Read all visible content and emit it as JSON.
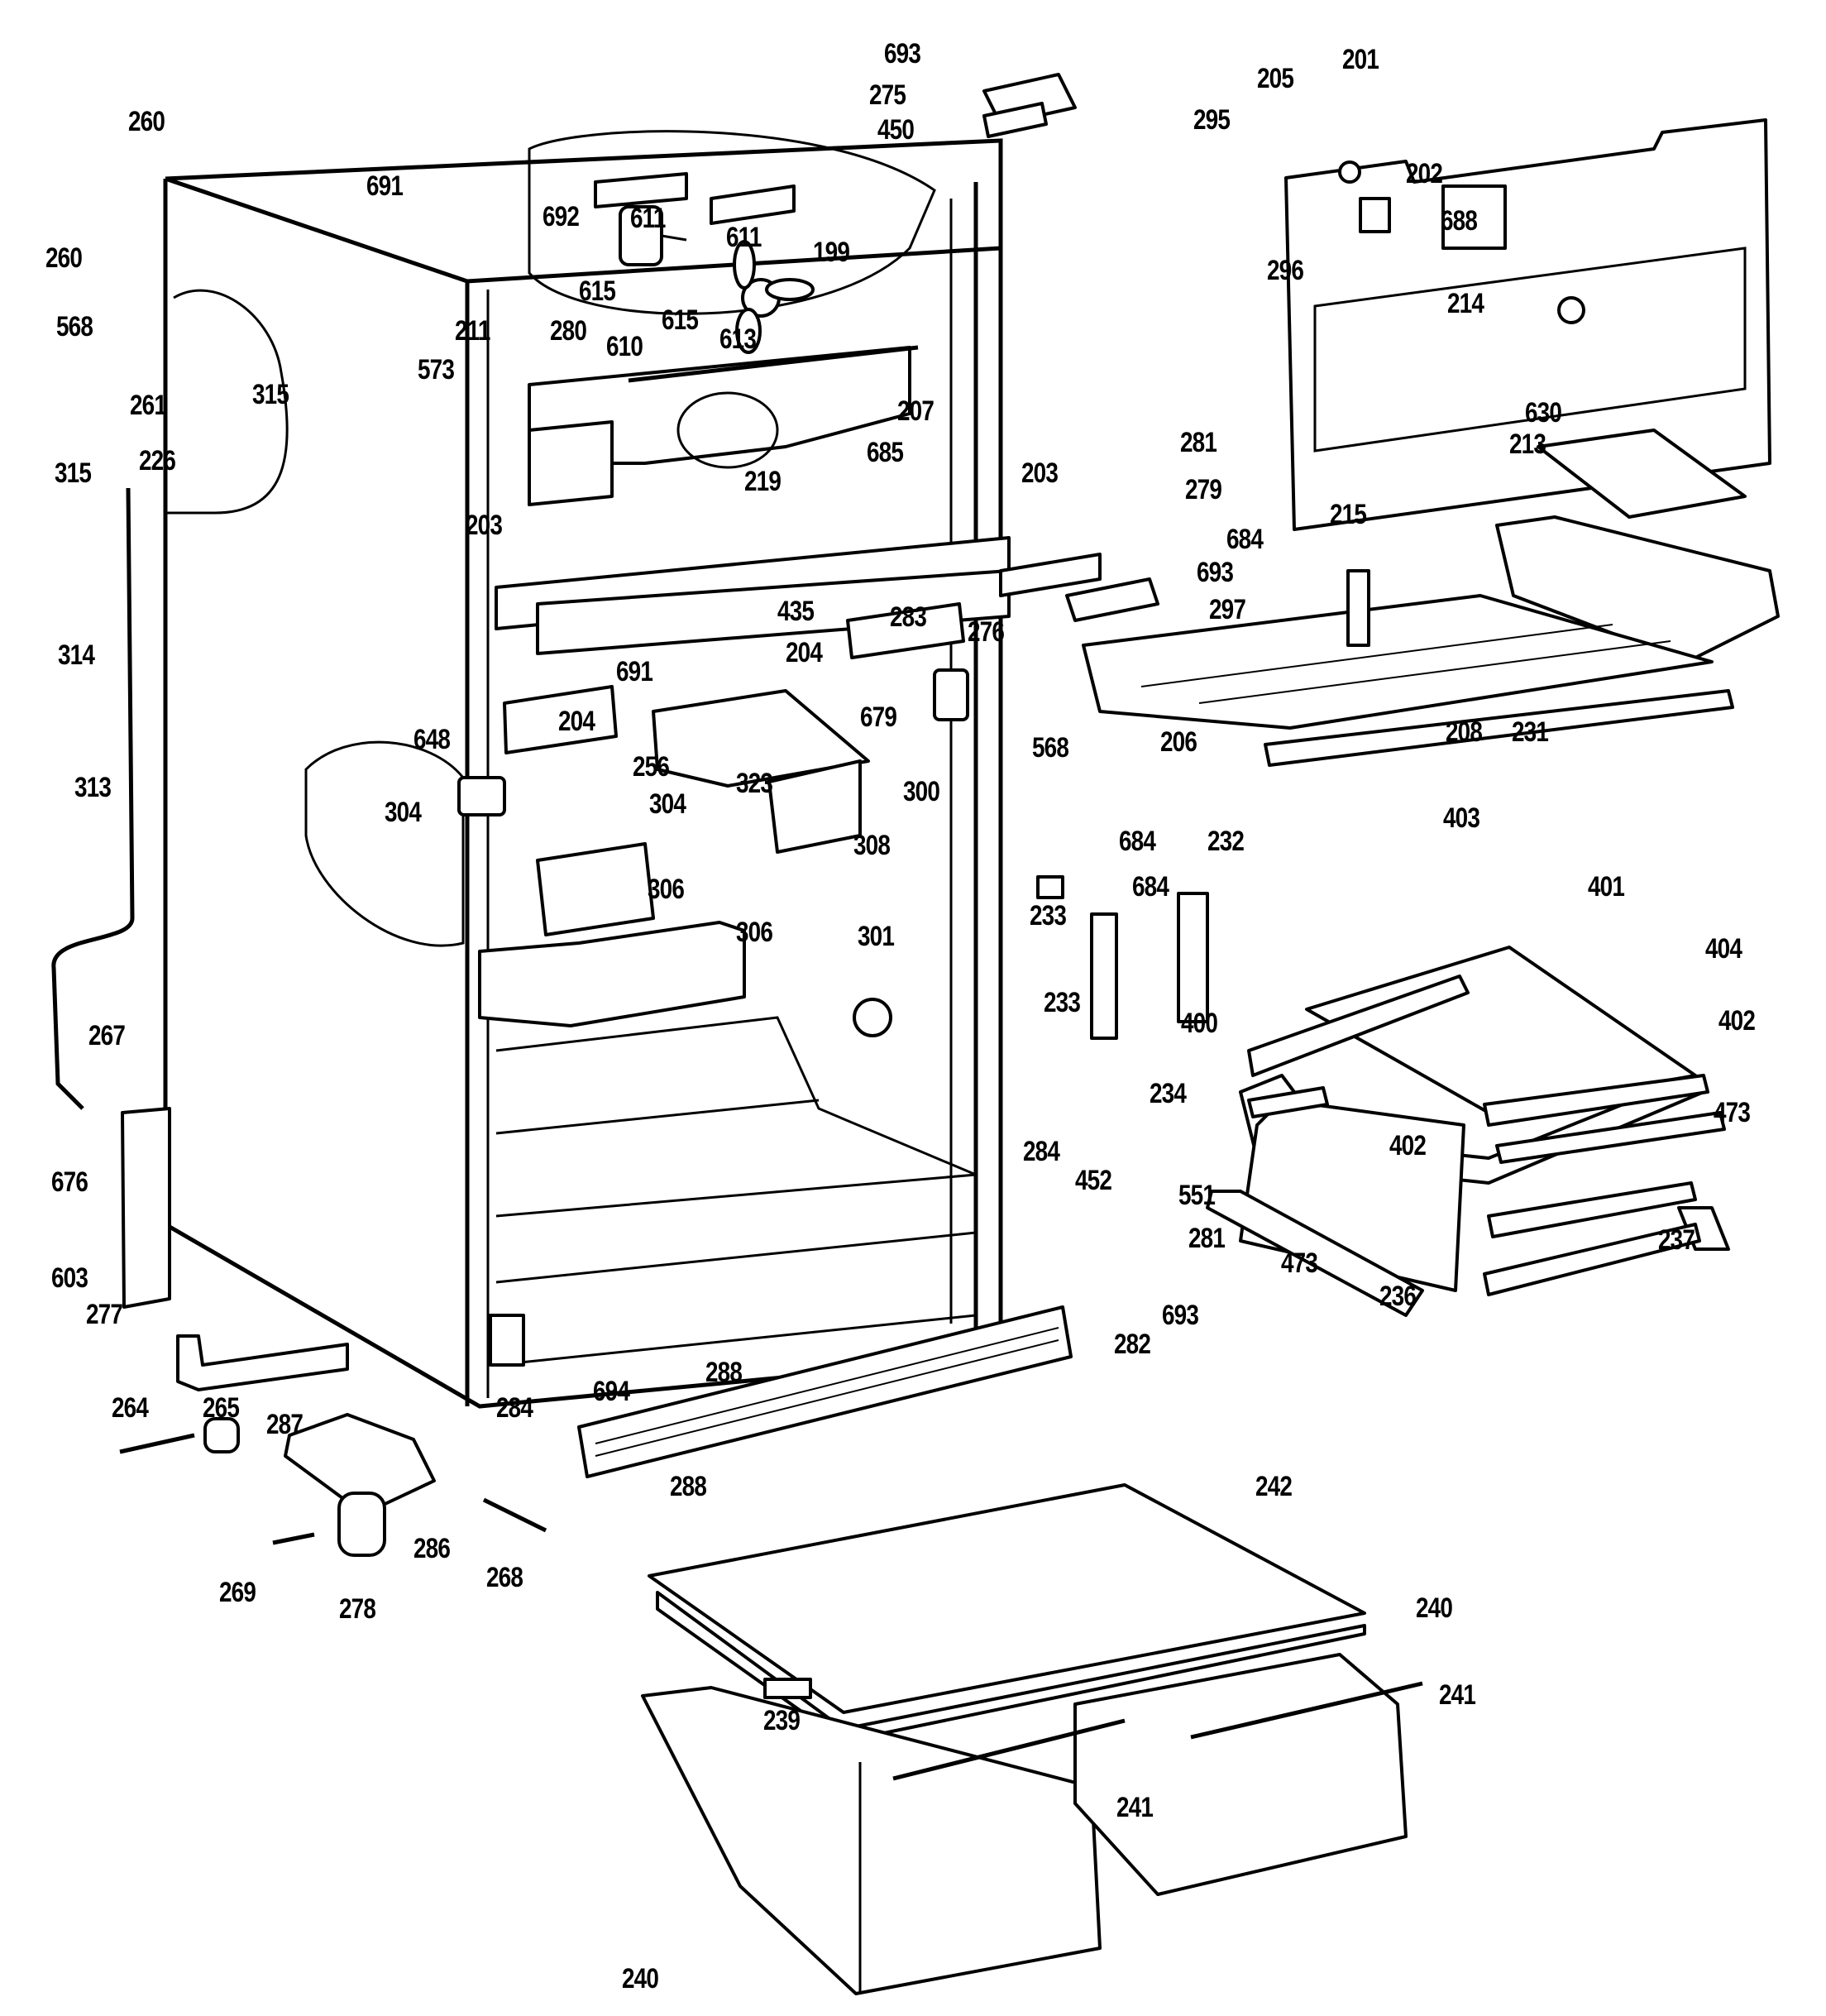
{
  "diagram": {
    "title": "Refrigerator cabinet parts exploded view",
    "line_color": "#000000",
    "background": "#ffffff",
    "callouts": [
      {
        "id": "c260a",
        "label": "260"
      },
      {
        "id": "c260b",
        "label": "260"
      },
      {
        "id": "c261",
        "label": "261"
      },
      {
        "id": "c568a",
        "label": "568"
      },
      {
        "id": "c315a",
        "label": "315"
      },
      {
        "id": "c315b",
        "label": "315"
      },
      {
        "id": "c226",
        "label": "226"
      },
      {
        "id": "c691a",
        "label": "691"
      },
      {
        "id": "c692",
        "label": "692"
      },
      {
        "id": "c611a",
        "label": "611"
      },
      {
        "id": "c611b",
        "label": "611"
      },
      {
        "id": "c199",
        "label": "199"
      },
      {
        "id": "c615a",
        "label": "615"
      },
      {
        "id": "c615b",
        "label": "615"
      },
      {
        "id": "c610",
        "label": "610"
      },
      {
        "id": "c613",
        "label": "613"
      },
      {
        "id": "c211",
        "label": "211"
      },
      {
        "id": "c280",
        "label": "280"
      },
      {
        "id": "c573",
        "label": "573"
      },
      {
        "id": "c207",
        "label": "207"
      },
      {
        "id": "c685",
        "label": "685"
      },
      {
        "id": "c693a",
        "label": "693"
      },
      {
        "id": "c275",
        "label": "275"
      },
      {
        "id": "c450",
        "label": "450"
      },
      {
        "id": "c295",
        "label": "295"
      },
      {
        "id": "c205",
        "label": "205"
      },
      {
        "id": "c201",
        "label": "201"
      },
      {
        "id": "c202",
        "label": "202"
      },
      {
        "id": "c688",
        "label": "688"
      },
      {
        "id": "c296",
        "label": "296"
      },
      {
        "id": "c214",
        "label": "214"
      },
      {
        "id": "c630",
        "label": "630"
      },
      {
        "id": "c213",
        "label": "213"
      },
      {
        "id": "c281a",
        "label": "281"
      },
      {
        "id": "c279",
        "label": "279"
      },
      {
        "id": "c215",
        "label": "215"
      },
      {
        "id": "c684a",
        "label": "684"
      },
      {
        "id": "c693b",
        "label": "693"
      },
      {
        "id": "c297",
        "label": "297"
      },
      {
        "id": "c203a",
        "label": "203"
      },
      {
        "id": "c203b",
        "label": "203"
      },
      {
        "id": "c219",
        "label": "219"
      },
      {
        "id": "c283",
        "label": "283"
      },
      {
        "id": "c276",
        "label": "276"
      },
      {
        "id": "c206",
        "label": "206"
      },
      {
        "id": "c208",
        "label": "208"
      },
      {
        "id": "c231",
        "label": "231"
      },
      {
        "id": "c314",
        "label": "314"
      },
      {
        "id": "c313",
        "label": "313"
      },
      {
        "id": "c691b",
        "label": "691"
      },
      {
        "id": "c435",
        "label": "435"
      },
      {
        "id": "c204a",
        "label": "204"
      },
      {
        "id": "c204b",
        "label": "204"
      },
      {
        "id": "c648",
        "label": "648"
      },
      {
        "id": "c304a",
        "label": "304"
      },
      {
        "id": "c304b",
        "label": "304"
      },
      {
        "id": "c256",
        "label": "256"
      },
      {
        "id": "c323",
        "label": "323"
      },
      {
        "id": "c679",
        "label": "679"
      },
      {
        "id": "c300",
        "label": "300"
      },
      {
        "id": "c568b",
        "label": "568"
      },
      {
        "id": "c308",
        "label": "308"
      },
      {
        "id": "c306a",
        "label": "306"
      },
      {
        "id": "c306b",
        "label": "306"
      },
      {
        "id": "c301",
        "label": "301"
      },
      {
        "id": "c684b",
        "label": "684"
      },
      {
        "id": "c684c",
        "label": "684"
      },
      {
        "id": "c233a",
        "label": "233"
      },
      {
        "id": "c233b",
        "label": "233"
      },
      {
        "id": "c232",
        "label": "232"
      },
      {
        "id": "c403",
        "label": "403"
      },
      {
        "id": "c401",
        "label": "401"
      },
      {
        "id": "c404",
        "label": "404"
      },
      {
        "id": "c400",
        "label": "400"
      },
      {
        "id": "c402a",
        "label": "402"
      },
      {
        "id": "c402b",
        "label": "402"
      },
      {
        "id": "c234",
        "label": "234"
      },
      {
        "id": "c473a",
        "label": "473"
      },
      {
        "id": "c473b",
        "label": "473"
      },
      {
        "id": "c551",
        "label": "551"
      },
      {
        "id": "c237",
        "label": "237"
      },
      {
        "id": "c236",
        "label": "236"
      },
      {
        "id": "c281b",
        "label": "281"
      },
      {
        "id": "c693c",
        "label": "693"
      },
      {
        "id": "c282",
        "label": "282"
      },
      {
        "id": "c284a",
        "label": "284"
      },
      {
        "id": "c452",
        "label": "452"
      },
      {
        "id": "c267",
        "label": "267"
      },
      {
        "id": "c676",
        "label": "676"
      },
      {
        "id": "c603",
        "label": "603"
      },
      {
        "id": "c277",
        "label": "277"
      },
      {
        "id": "c264",
        "label": "264"
      },
      {
        "id": "c265",
        "label": "265"
      },
      {
        "id": "c287",
        "label": "287"
      },
      {
        "id": "c286",
        "label": "286"
      },
      {
        "id": "c284b",
        "label": "284"
      },
      {
        "id": "c268",
        "label": "268"
      },
      {
        "id": "c269",
        "label": "269"
      },
      {
        "id": "c278",
        "label": "278"
      },
      {
        "id": "c694",
        "label": "694"
      },
      {
        "id": "c288a",
        "label": "288"
      },
      {
        "id": "c288b",
        "label": "288"
      },
      {
        "id": "c242",
        "label": "242"
      },
      {
        "id": "c240a",
        "label": "240"
      },
      {
        "id": "c240b",
        "label": "240"
      },
      {
        "id": "c241a",
        "label": "241"
      },
      {
        "id": "c241b",
        "label": "241"
      },
      {
        "id": "c239",
        "label": "239"
      }
    ]
  }
}
